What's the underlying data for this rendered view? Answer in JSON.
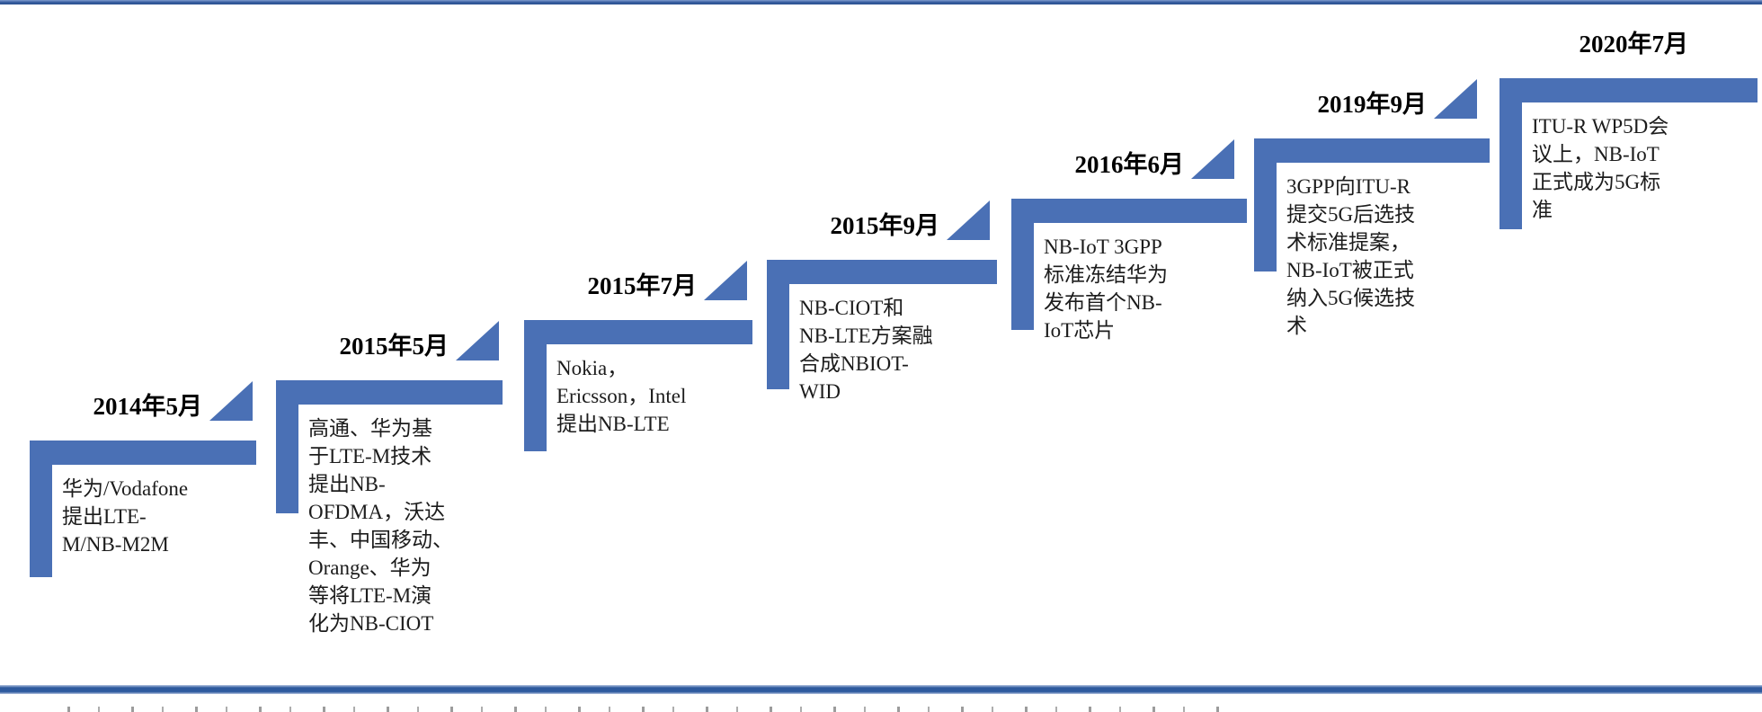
{
  "figure": {
    "type": "staircase-timeline",
    "subject": "NB-IoT standardization milestones",
    "accent_color": "#4a70b5",
    "rule_color": "#2e5a9e",
    "text_color": "#1c1c1c",
    "timeline": {
      "steps": [
        {
          "id": "step-2014-05",
          "date": "2014年5月",
          "has_triangle": true,
          "description": "华为/Vodafone\n提出LTE-\nM/NB-M2M"
        },
        {
          "id": "step-2015-05",
          "date": "2015年5月",
          "has_triangle": true,
          "description": "高通、华为基\n于LTE-M技术\n提出NB-\nOFDMA，沃达\n丰、中国移动、\nOrange、华为\n等将LTE-M演\n化为NB-CIOT"
        },
        {
          "id": "step-2015-07",
          "date": "2015年7月",
          "has_triangle": true,
          "description": "Nokia，\nEricsson，Intel\n提出NB-LTE"
        },
        {
          "id": "step-2015-09",
          "date": "2015年9月",
          "has_triangle": true,
          "description": "NB-CIOT和\nNB-LTE方案融\n合成NBIOT-\nWID"
        },
        {
          "id": "step-2016-06",
          "date": "2016年6月",
          "has_triangle": true,
          "description": "NB-IoT 3GPP\n标准冻结华为\n发布首个NB-\nIoT芯片"
        },
        {
          "id": "step-2019-09",
          "date": "2019年9月",
          "has_triangle": true,
          "description": "3GPP向ITU-R\n提交5G后选技\n术标准提案，\nNB-IoT被正式\n纳入5G候选技\n术"
        },
        {
          "id": "step-2020-07",
          "date": "2020年7月",
          "has_triangle": false,
          "description": "ITU-R WP5D会\n议上，NB-IoT\n正式成为5G标\n准"
        }
      ]
    }
  }
}
